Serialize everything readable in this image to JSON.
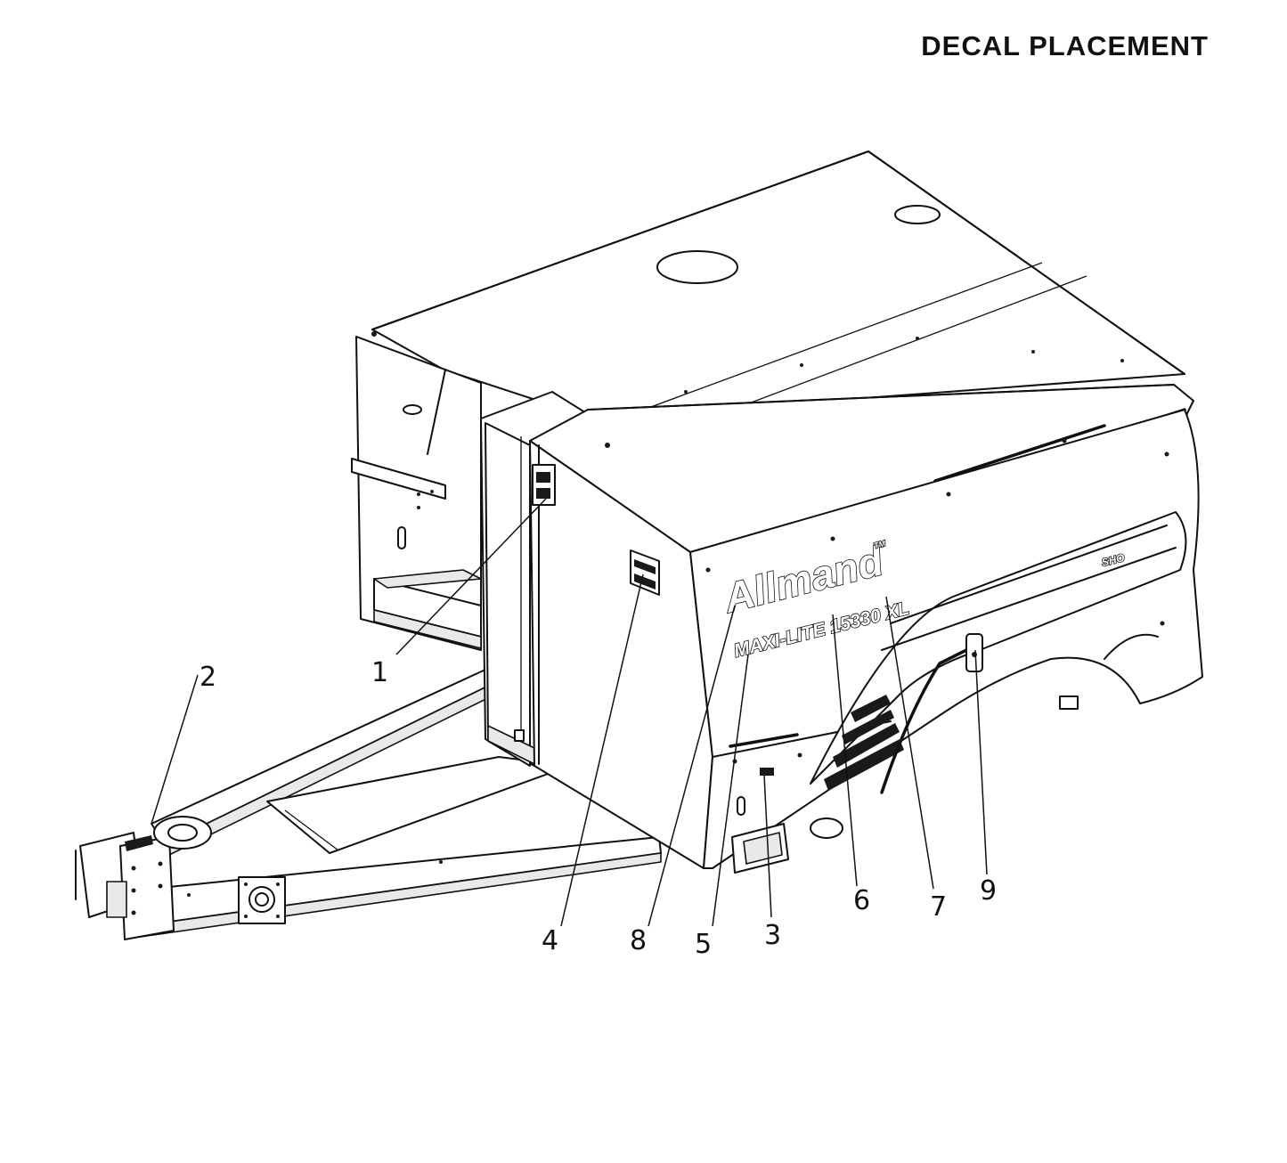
{
  "page": {
    "title": "DECAL PLACEMENT"
  },
  "decals": {
    "brand": "Allmand",
    "brand_mark": "TM",
    "model": "MAXI-LITE 15330 XL",
    "badge": "SHO"
  },
  "callouts": [
    "1",
    "2",
    "3",
    "4",
    "5",
    "6",
    "7",
    "8",
    "9"
  ]
}
